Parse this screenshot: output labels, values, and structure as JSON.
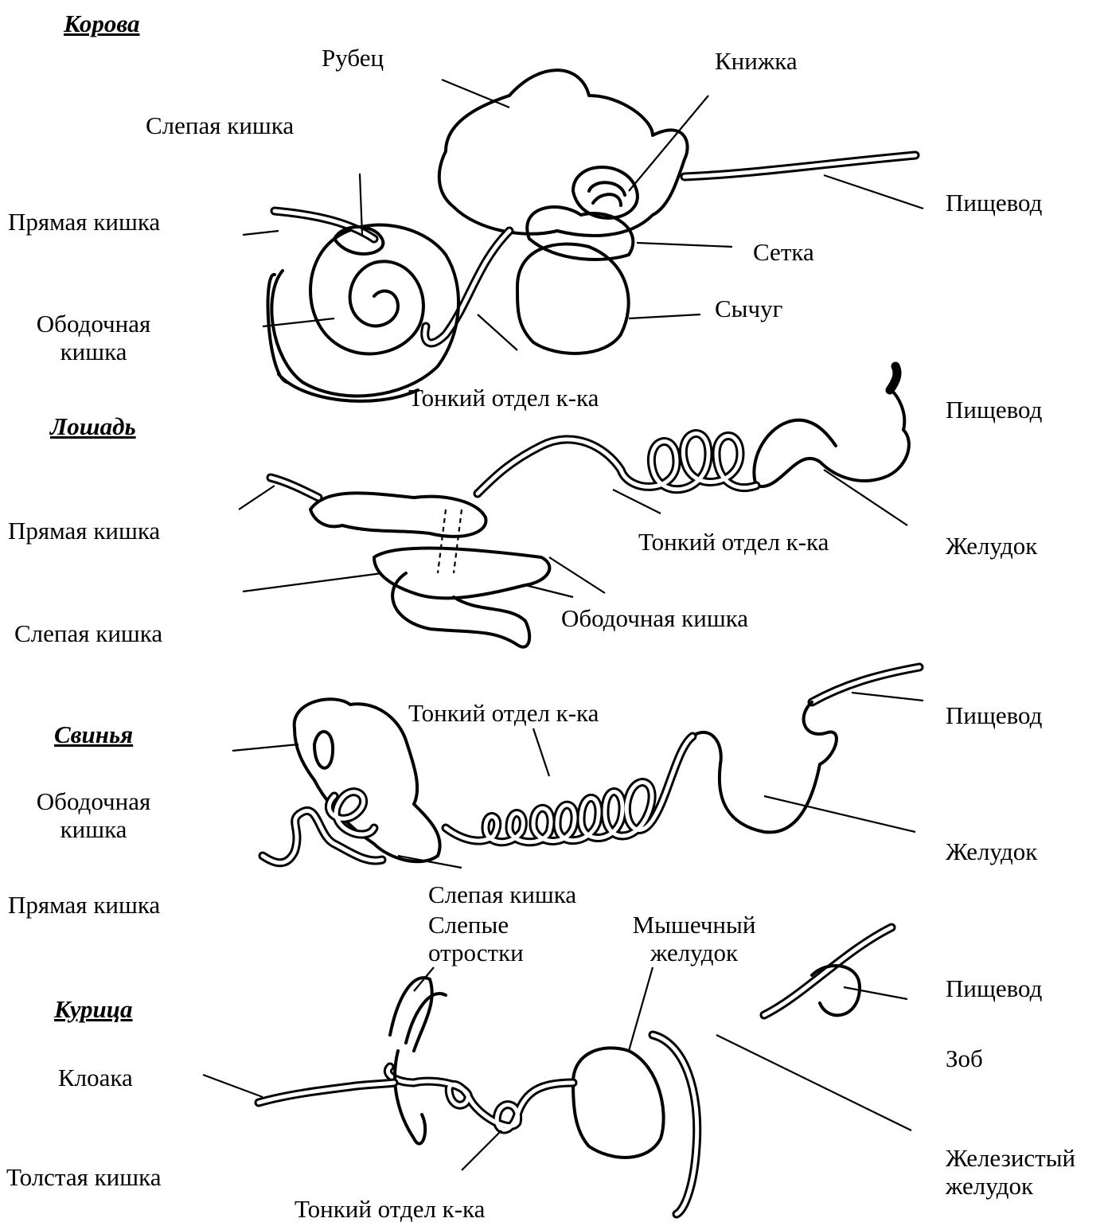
{
  "animals": {
    "cow": "Корова",
    "horse": "Лошадь",
    "pig": "Свинья",
    "chicken": "Курица"
  },
  "cow": {
    "rumen": "Рубец",
    "omasum": "Книжка",
    "cecum": "Слепая кишка",
    "esophagus": "Пищевод",
    "rectum": "Прямая кишка",
    "reticulum": "Сетка",
    "abomasum": "Сычуг",
    "colon_1": "Ободочная",
    "colon_2": "кишка",
    "small_intestine": "Тонкий отдел к-ка"
  },
  "horse": {
    "esophagus": "Пищевод",
    "rectum": "Прямая кишка",
    "small_intestine": "Тонкий отдел к-ка",
    "stomach": "Желудок",
    "cecum": "Слепая кишка",
    "colon": "Ободочная кишка"
  },
  "pig": {
    "small_intestine": "Тонкий отдел к-ка",
    "esophagus": "Пищевод",
    "colon_1": "Ободочная",
    "colon_2": "кишка",
    "stomach": "Желудок",
    "rectum": "Прямая кишка",
    "cecum": "Слепая кишка"
  },
  "chicken": {
    "ceca_1": "Слепые",
    "ceca_2": "отростки",
    "gizzard_1": "Мышечный",
    "gizzard_2": "желудок",
    "esophagus": "Пищевод",
    "crop": "Зоб",
    "cloaca": "Клоака",
    "large_intestine": "Толстая кишка",
    "proventriculus_1": "Железистый",
    "proventriculus_2": "желудок",
    "small_intestine": "Тонкий отдел к-ка"
  }
}
